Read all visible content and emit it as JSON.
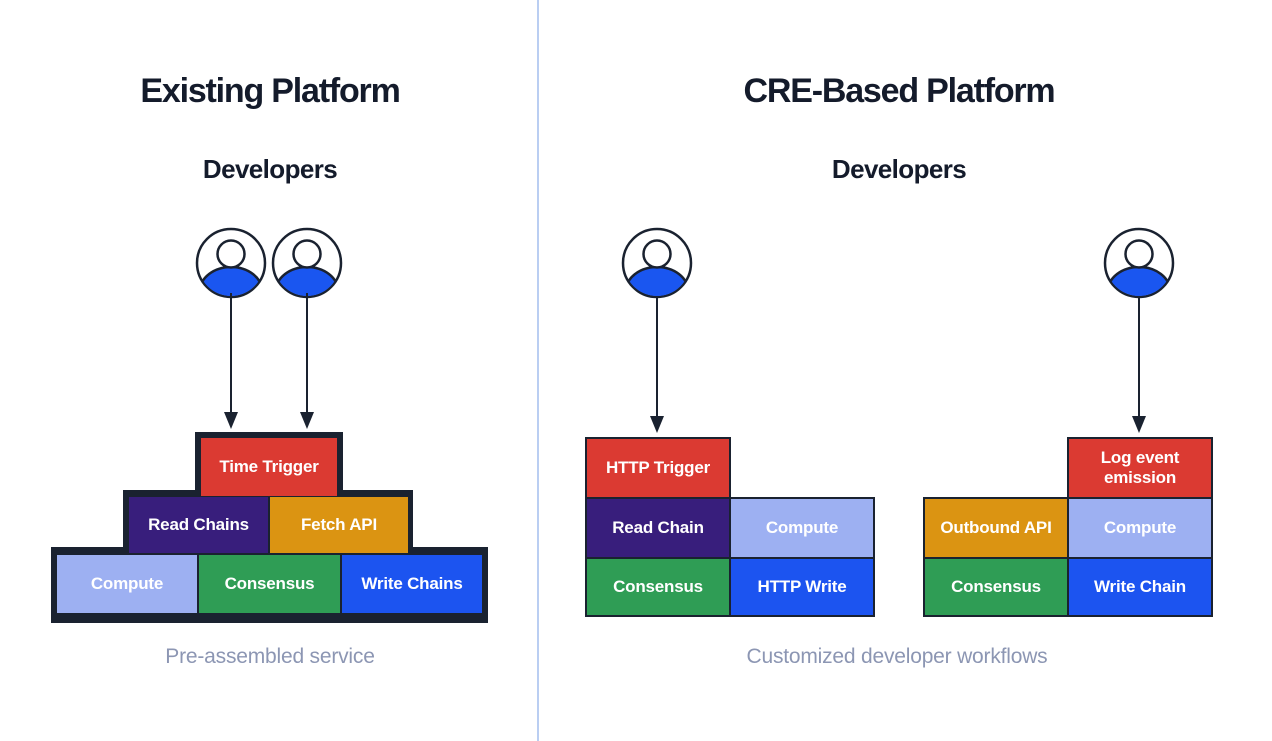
{
  "palette": {
    "red": "#DB3A32",
    "purple": "#381E7C",
    "orange": "#DB9412",
    "periwinkle": "#9DB0F2",
    "green": "#2F9D55",
    "blue": "#1C54F0",
    "frame_dark": "#1A2230",
    "developer_blue": "#1A56F0",
    "divider_blue": "#BACEF2",
    "title_dark": "#141B2B",
    "caption_gray": "#8C96B3"
  },
  "left_panel": {
    "title": "Existing Platform",
    "subtitle": "Developers",
    "caption": "Pre-assembled service",
    "pyramid": {
      "tier1": [
        {
          "label": "Time Trigger",
          "color": "#DB3A32"
        }
      ],
      "tier2": [
        {
          "label": "Read Chains",
          "color": "#381E7C"
        },
        {
          "label": "Fetch API",
          "color": "#DB9412"
        }
      ],
      "tier3": [
        {
          "label": "Compute",
          "color": "#9DB0F2"
        },
        {
          "label": "Consensus",
          "color": "#2F9D55"
        },
        {
          "label": "Write Chains",
          "color": "#1C54F0"
        }
      ]
    }
  },
  "right_panel": {
    "title": "CRE-Based Platform",
    "subtitle": "Developers",
    "caption": "Customized developer workflows",
    "workflow_a": {
      "trigger": {
        "label": "HTTP Trigger",
        "color": "#DB3A32"
      },
      "row2": [
        {
          "label": "Read Chain",
          "color": "#381E7C"
        },
        {
          "label": "Compute",
          "color": "#9DB0F2"
        }
      ],
      "row3": [
        {
          "label": "Consensus",
          "color": "#2F9D55"
        },
        {
          "label": "HTTP Write",
          "color": "#1C54F0"
        }
      ]
    },
    "workflow_b": {
      "trigger": {
        "label": "Log event emission",
        "color": "#DB3A32"
      },
      "row2": [
        {
          "label": "Outbound API",
          "color": "#DB9412"
        },
        {
          "label": "Compute",
          "color": "#9DB0F2"
        }
      ],
      "row3": [
        {
          "label": "Consensus",
          "color": "#2F9D55"
        },
        {
          "label": "Write Chain",
          "color": "#1C54F0"
        }
      ]
    }
  }
}
